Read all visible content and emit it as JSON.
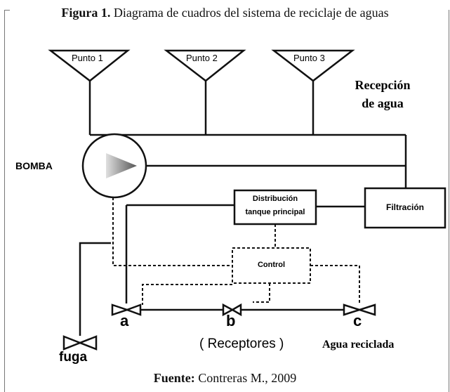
{
  "figure": {
    "caption_label": "Figura 1.",
    "caption_text": "Diagrama de cuadros del sistema de reciclaje de aguas",
    "source_label": "Fuente:",
    "source_text": "Contreras M., 2009"
  },
  "diagram": {
    "inlets": [
      "Punto 1",
      "Punto 2",
      "Punto 3"
    ],
    "reception_line1": "Recepción",
    "reception_line2": "de agua",
    "pump_label": "BOMBA",
    "filtration_label": "Filtración",
    "distribution_line1": "Distribución",
    "distribution_line2": "tanque principal",
    "control_label": "Control",
    "valve_a": "a",
    "valve_b": "b",
    "valve_c": "c",
    "leak_label": "fuga",
    "receivers_label": "( Receptores )",
    "recycled_label": "Agua reciclada"
  },
  "colors": {
    "line": "#111111",
    "frame": "#777777",
    "pump_arrow_light": "#e0e0e0",
    "pump_arrow_dark": "#555555"
  }
}
